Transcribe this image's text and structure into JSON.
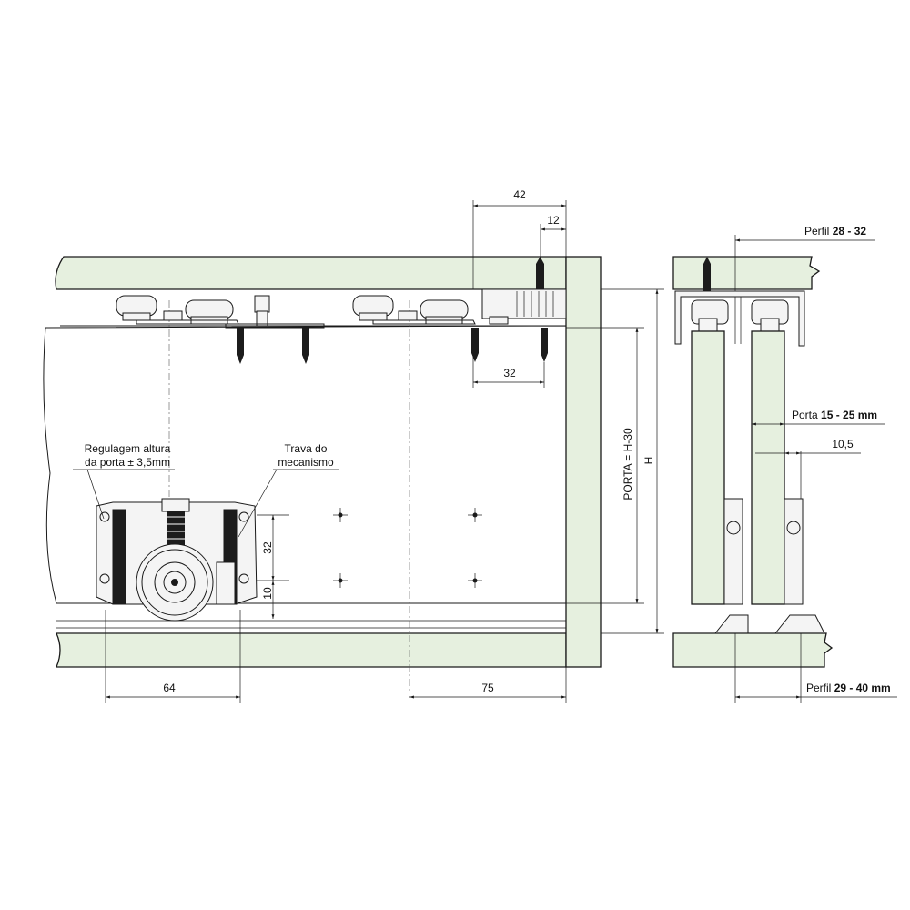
{
  "dimensions": {
    "d42": "42",
    "d12": "12",
    "d32_top": "32",
    "d32_side": "32",
    "d10": "10",
    "d64": "64",
    "d75": "75",
    "porta": "PORTA = H-30",
    "h": "H",
    "d10_5": "10,5"
  },
  "labels": {
    "regulagem_line1": "Regulagem altura",
    "regulagem_line2": "da porta ± 3,5mm",
    "trava_line1": "Trava do",
    "trava_line2": "mecanismo",
    "perfil_top_prefix": "Perfil ",
    "perfil_top_value": "28 - 32",
    "porta_prefix": "Porta ",
    "porta_value": "15 - 25 mm",
    "perfil_bottom_prefix": "Perfil ",
    "perfil_bottom_value": "29 - 40 mm"
  },
  "colors": {
    "panel": "#e6f0df",
    "line": "#1a1a1a"
  }
}
